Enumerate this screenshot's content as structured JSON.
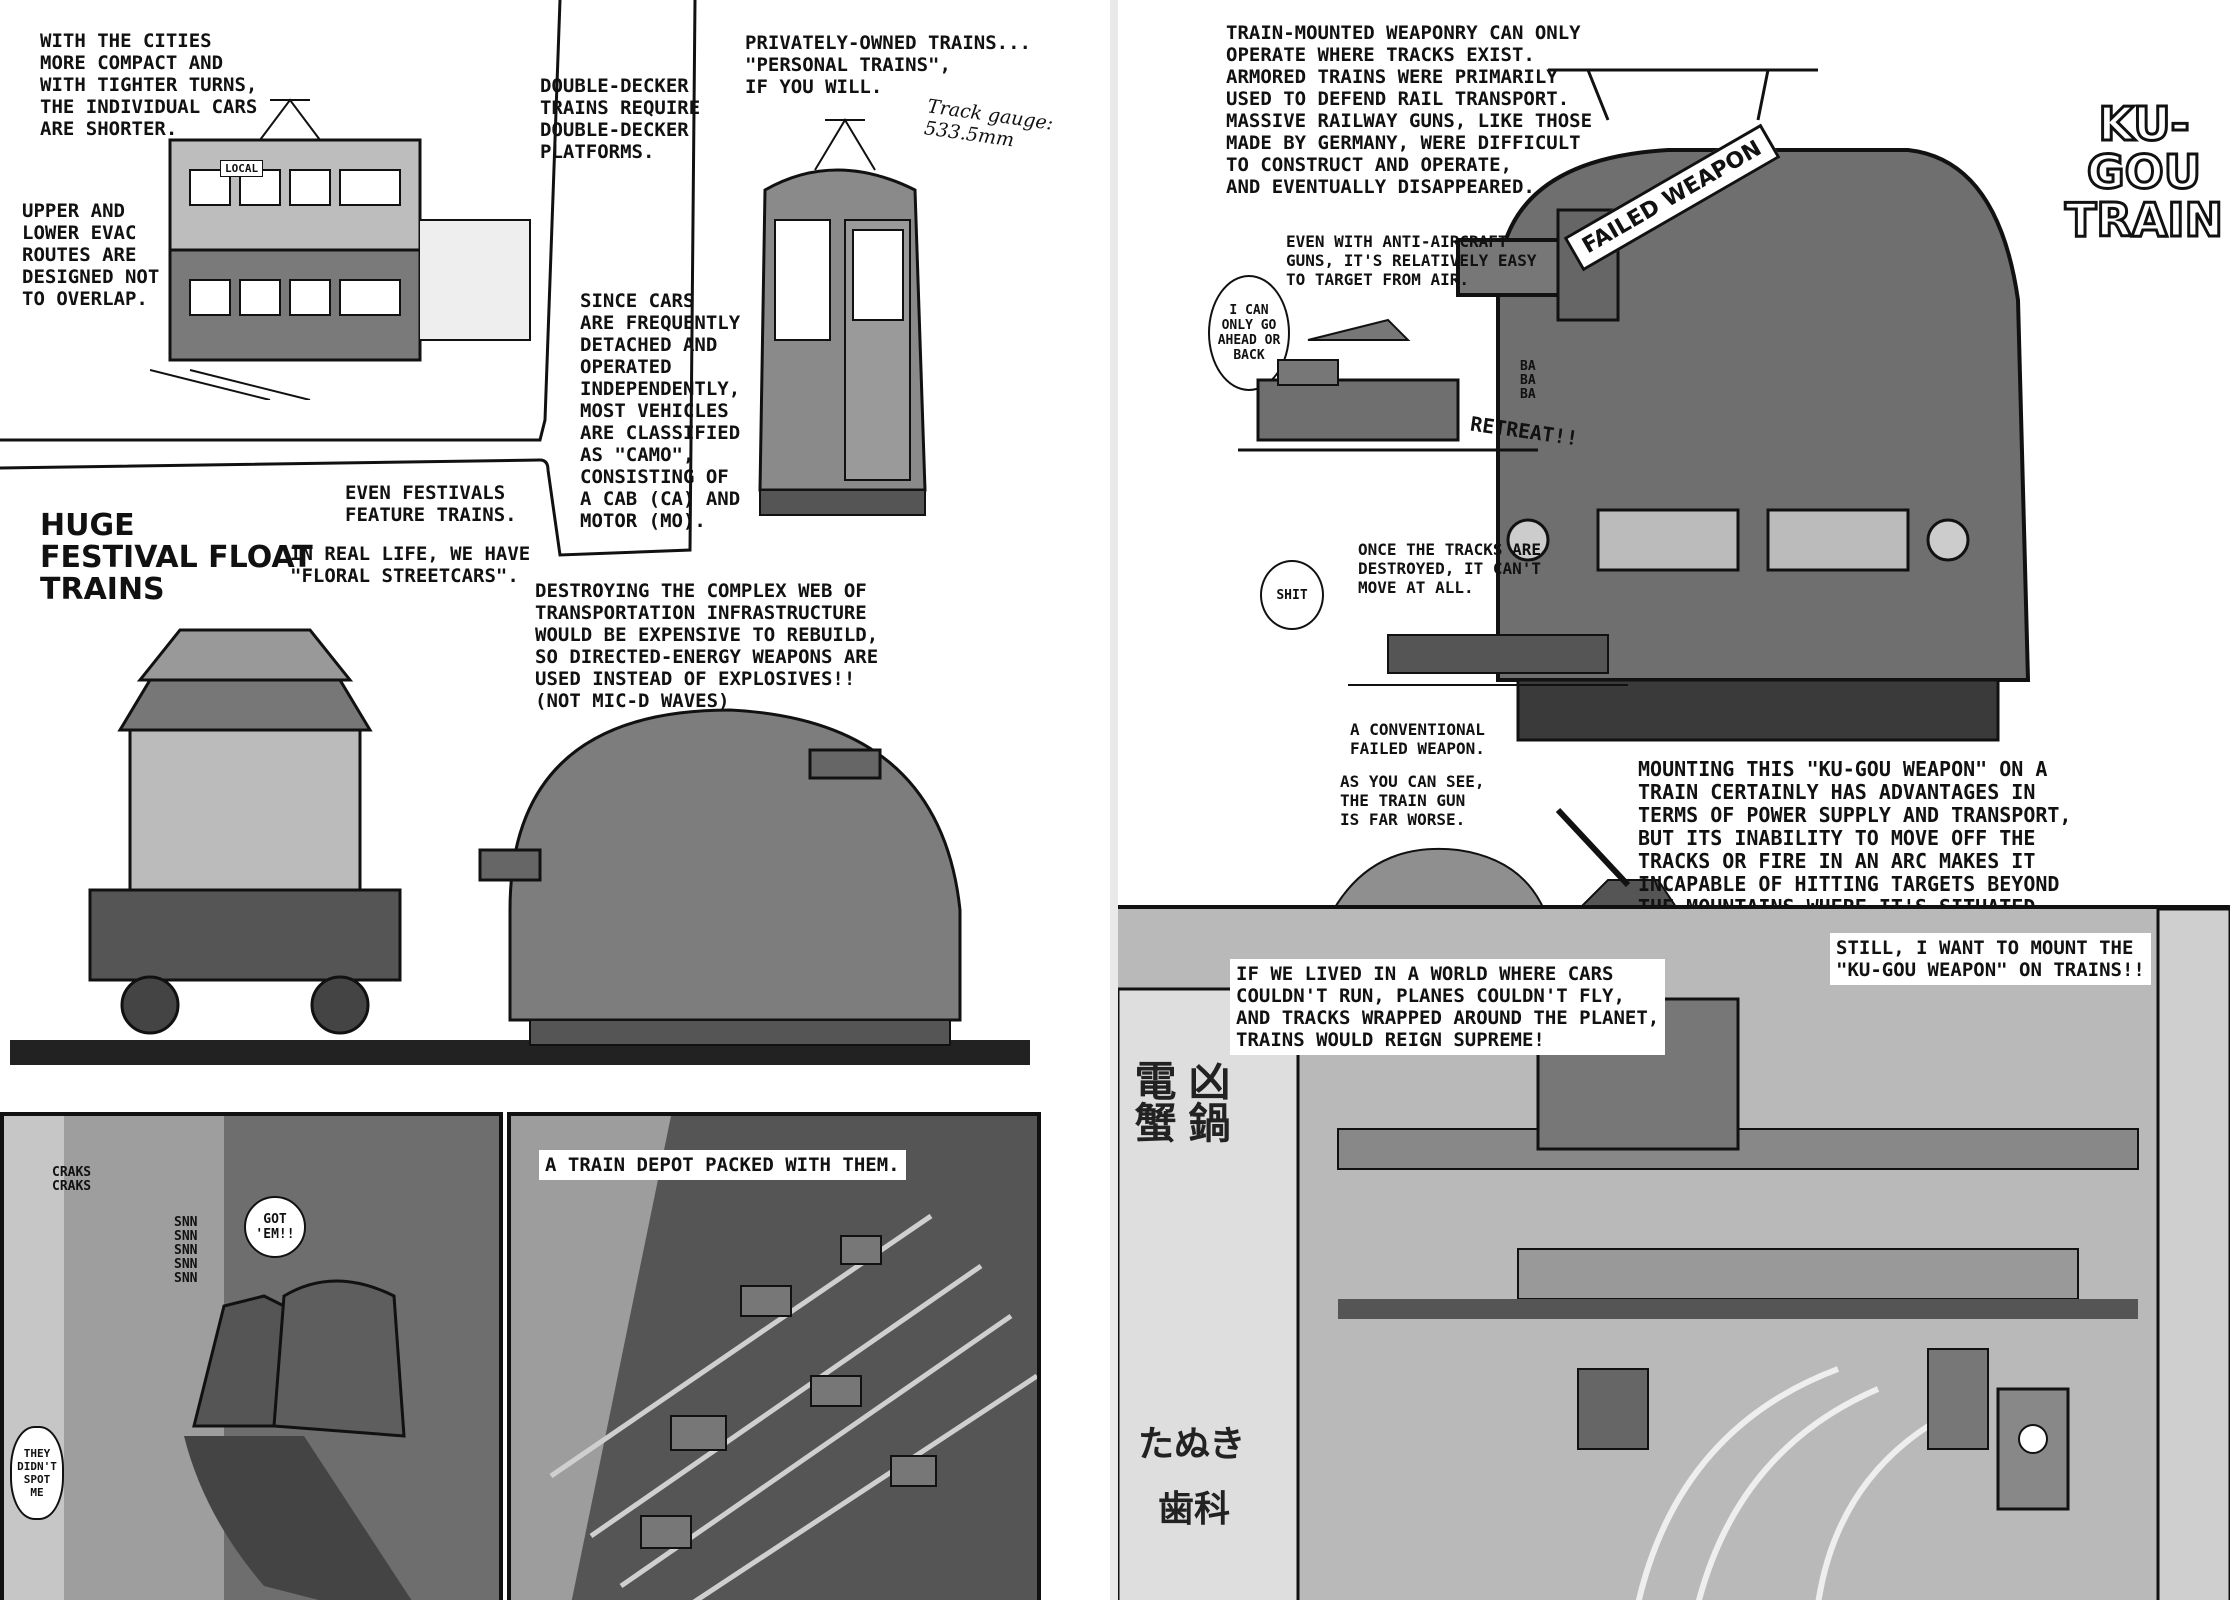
{
  "left_page": {
    "cities_caption": "WITH THE CITIES\nMORE COMPACT AND\nWITH TIGHTER TURNS,\nTHE INDIVIDUAL CARS\nARE SHORTER.",
    "evac_caption": "UPPER AND\nLOWER EVAC\nROUTES ARE\nDESIGNED NOT\nTO OVERLAP.",
    "local_sign": "LOCAL",
    "double_decker_caption": "DOUBLE-DECKER\nTRAINS REQUIRE\nDOUBLE-DECKER\nPLATFORMS.",
    "private_caption": "PRIVATELY-OWNED TRAINS...\n\"PERSONAL TRAINS\",\nIF YOU WILL.",
    "track_gauge": "Track gauge:\n533.5mm",
    "cars_caption": "SINCE CARS\nARE FREQUENTLY\nDETACHED AND\nOPERATED\nINDEPENDENTLY,\nMOST VEHICLES\nARE CLASSIFIED\nAS \"CAMO\",\nCONSISTING OF\nA CAB (CA) AND\nMOTOR (MO).",
    "festival_feature": "EVEN FESTIVALS\nFEATURE TRAINS.",
    "real_life": "IN REAL LIFE, WE HAVE\n\"FLORAL STREETCARS\".",
    "huge_title": "HUGE\nFESTIVAL FLOAT\nTRAINS",
    "destroying_caption": "DESTROYING THE COMPLEX WEB OF\nTRANSPORTATION INFRASTRUCTURE\nWOULD BE EXPENSIVE TO REBUILD,\nSO DIRECTED-ENERGY WEAPONS ARE\nUSED INSTEAD OF EXPLOSIVES!!\n(NOT MIC-D WAVES)",
    "sfx_craks": "CRAKS\nCRAKS",
    "sfx_snn": "SNN\nSNN\nSNN\nSNN\nSNN",
    "got_em": "GOT\n'EM!!",
    "they_didnt": "THEY\nDIDN'T\nSPOT\nME",
    "depot_caption": "A TRAIN DEPOT PACKED WITH THEM."
  },
  "right_page": {
    "weaponry_caption": "TRAIN-MOUNTED WEAPONRY CAN ONLY\nOPERATE WHERE TRACKS EXIST.\nARMORED TRAINS WERE PRIMARILY\nUSED TO DEFEND RAIL TRANSPORT.\nMASSIVE RAILWAY GUNS, LIKE THOSE\nMADE BY GERMANY, WERE DIFFICULT\nTO CONSTRUCT AND OPERATE,\nAND EVENTUALLY DISAPPEARED.",
    "kugou_title": "KU-GOU\nTRAIN",
    "failed_weapon_sign": "FAILED WEAPON",
    "anti_aircraft": "EVEN WITH ANTI-AIRCRAFT\nGUNS, IT'S RELATIVELY EASY\nTO TARGET FROM AIR.",
    "only_go": "I CAN\nONLY GO\nAHEAD OR\nBACK",
    "sfx_ba": "BA\nBA\nBA",
    "retreat": "RETREAT!!",
    "tracks_destroyed": "ONCE THE TRACKS ARE\nDESTROYED, IT CAN'T\nMOVE AT ALL.",
    "shit": "SHIT",
    "conventional": "A CONVENTIONAL\nFAILED WEAPON.",
    "as_you_can_see": "AS YOU CAN SEE,\nTHE TRAIN GUN\nIS FAR WORSE.",
    "mounting_caption": "MOUNTING THIS \"KU-GOU WEAPON\" ON A\nTRAIN CERTAINLY HAS ADVANTAGES IN\nTERMS OF POWER SUPPLY AND TRANSPORT,\nBUT ITS INABILITY TO MOVE OFF THE\nTRACKS OR FIRE IN AN ARC MAKES IT\nINCAPABLE OF HITTING TARGETS BEYOND\nTHE MOUNTAINS WHERE IT'S SITUATED.",
    "if_we_lived": "IF WE LIVED IN A WORLD WHERE CARS\nCOULDN'T RUN, PLANES COULDN'T FLY,\nAND TRACKS WRAPPED AROUND THE PLANET,\nTRAINS WOULD REIGN SUPREME!",
    "still_want": "STILL, I WANT TO MOUNT THE\n\"KU-GOU WEAPON\" ON TRAINS!!",
    "sign_kanji_1": "電蟹",
    "sign_kanji_2": "凶鍋",
    "sign_kana": "たぬき",
    "sign_kanji_3": "歯科"
  },
  "colors": {
    "ink": "#111111",
    "tone_dark": "#6f6f6f",
    "tone_mid": "#8d8d8d",
    "tone_light": "#c4c4c4",
    "paper": "#ffffff"
  }
}
